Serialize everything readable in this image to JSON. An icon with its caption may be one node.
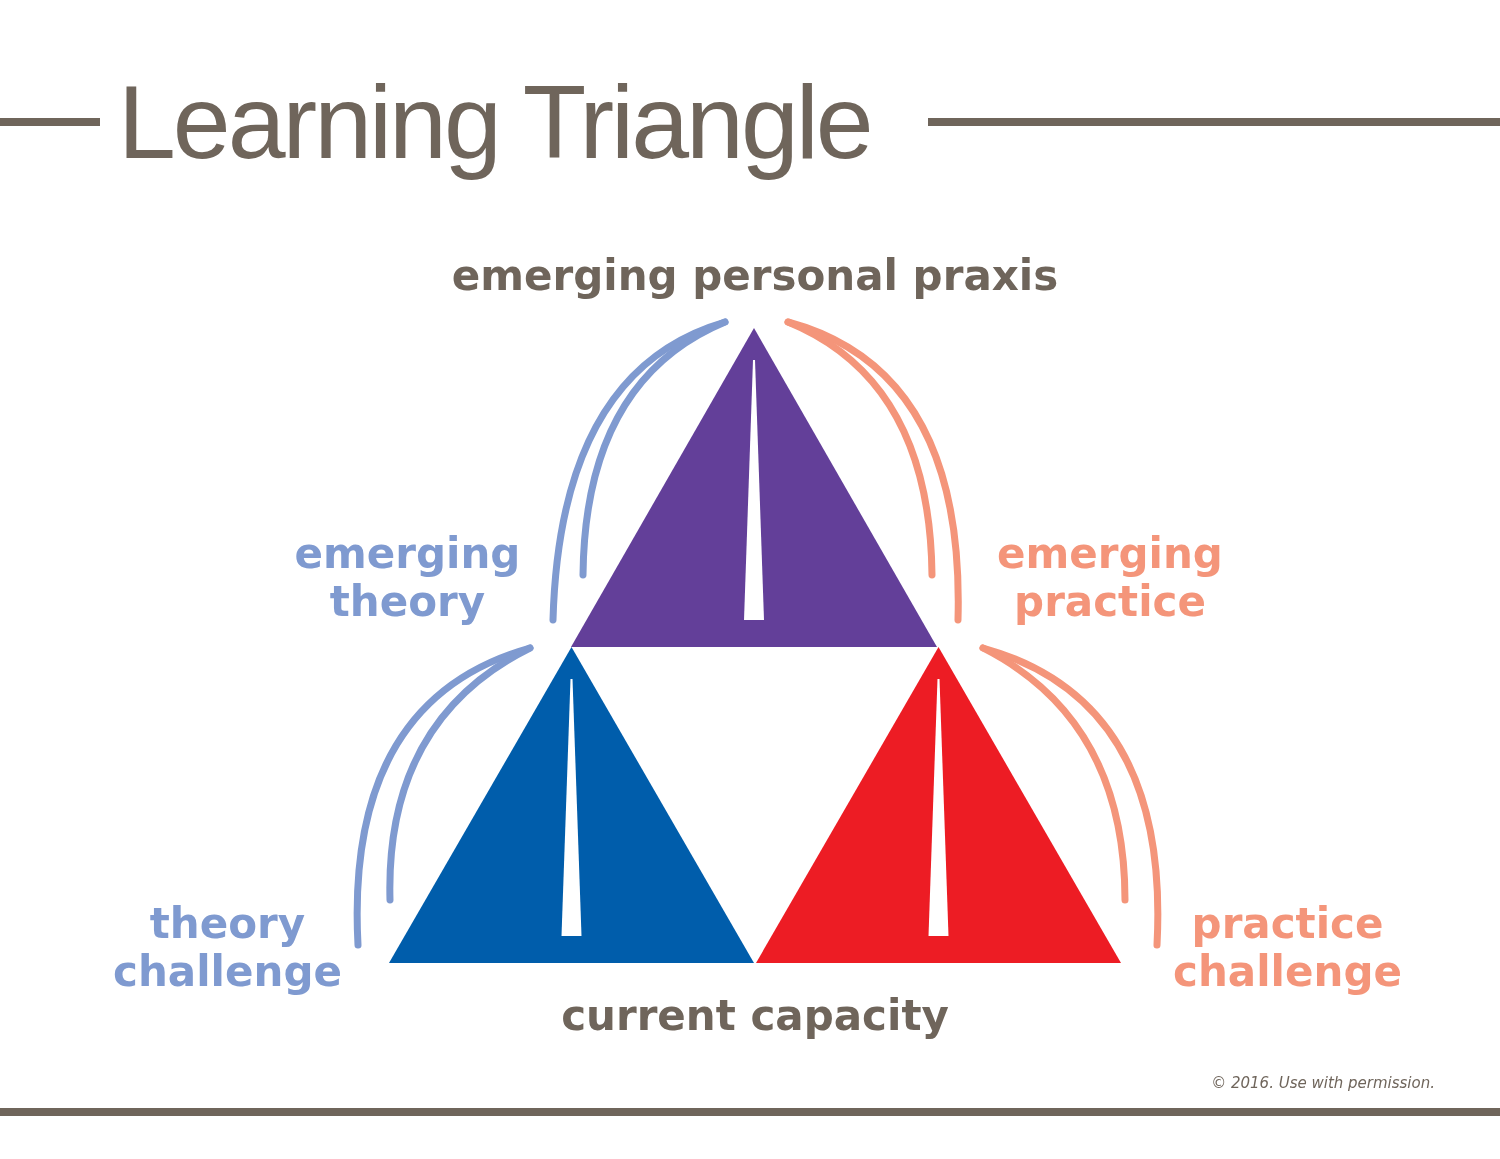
{
  "diagram": {
    "title": "Learning Triangle",
    "nodes": [
      {
        "text": [],
        "shape": "triangle"
      },
      {
        "text": [],
        "shape": "triangle"
      },
      {
        "text": [],
        "shape": "triangle"
      }
    ],
    "labels": [
      "emerging personal praxis",
      "emerging theory",
      "emerging practice",
      "theory challenge",
      "practice challenge",
      "current capacity",
      "© 2016. Use with permission."
    ]
  }
}
